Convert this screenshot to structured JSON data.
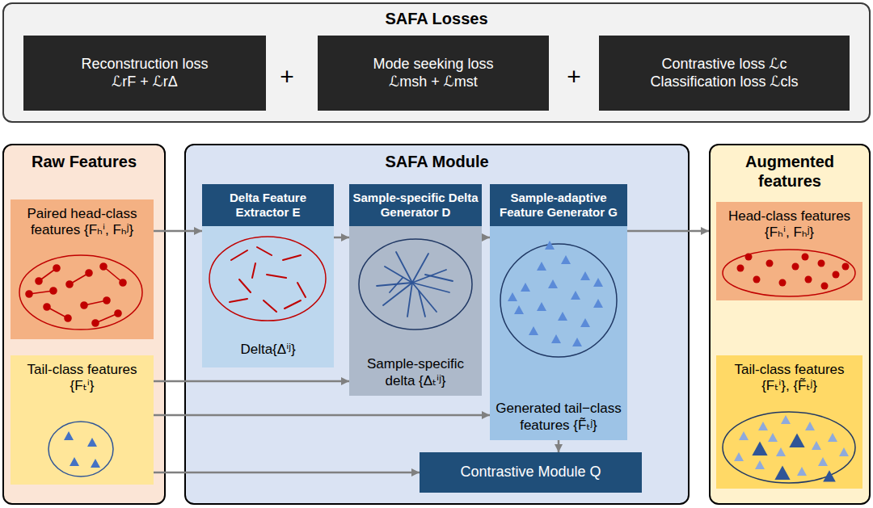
{
  "diagram": {
    "nodes": [
      {
        "text": [
          "SAFA Losses"
        ]
      },
      {
        "text": [
          "Reconstruction loss",
          "ℒrF + ℒrΔ"
        ],
        "in": 0
      },
      {
        "text": [
          "Mode seeking loss",
          "ℒmsh + ℒmst"
        ],
        "in": 0
      },
      {
        "text": [
          "Contrastive loss ℒc",
          "Classification loss ℒcls"
        ],
        "in": 0
      },
      {
        "text": [
          "Raw Features"
        ]
      },
      {
        "text": [
          "Paired head-class features {Fₕⁱ, Fₕʲ}"
        ],
        "in": 4
      },
      {
        "text": [
          "Tail-class features {Fₜⁱ}"
        ],
        "in": 4
      },
      {
        "text": [
          "SAFA Module"
        ]
      },
      {
        "text": [
          "Delta Feature Extractor E"
        ],
        "in": 7
      },
      {
        "text": [
          "Delta{Δⁱʲ}"
        ],
        "in": 7
      },
      {
        "text": [
          "Sample-specific Delta Generator D"
        ],
        "in": 7
      },
      {
        "text": [
          "Sample-specific delta {Δₜⁱʲ}"
        ],
        "in": 7
      },
      {
        "text": [
          "Sample-adaptive Feature Generator G"
        ],
        "in": 7
      },
      {
        "text": [
          "Generated tail−class features {F̃ₜʲ}"
        ],
        "in": 7
      },
      {
        "text": [
          "Contrastive Module Q"
        ],
        "in": 7
      },
      {
        "text": [
          "Augmented features"
        ]
      },
      {
        "text": [
          "Head-class features {Fₕⁱ, Fₕʲ}"
        ],
        "in": 15
      },
      {
        "text": [
          "Tail-class features {Fₜⁱ}, {F̃ₜʲ}"
        ],
        "in": 15
      }
    ],
    "edges": [
      {
        "from": 5,
        "to": 9,
        "arrow": "to"
      },
      {
        "from": 9,
        "to": 11,
        "arrow": "to"
      },
      {
        "from": 11,
        "to": 13,
        "arrow": "to"
      },
      {
        "from": 6,
        "to": 11,
        "arrow": "to"
      },
      {
        "from": 6,
        "to": 13,
        "arrow": "to"
      },
      {
        "from": 6,
        "to": 14,
        "arrow": "to"
      },
      {
        "from": 13,
        "to": 14,
        "arrow": "to"
      },
      {
        "from": 13,
        "to": 15,
        "arrow": "to"
      }
    ],
    "labels": [
      "+",
      "+"
    ]
  }
}
